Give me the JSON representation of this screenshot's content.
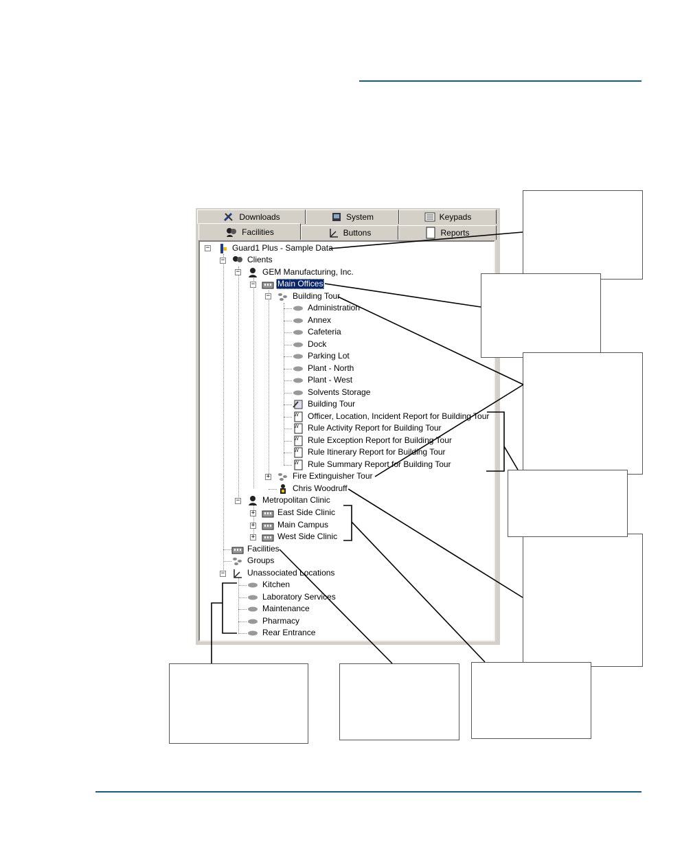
{
  "tabs": {
    "row1": [
      {
        "label": "Downloads",
        "icon": "downloads-icon"
      },
      {
        "label": "System",
        "icon": "system-icon"
      },
      {
        "label": "Keypads",
        "icon": "keypads-icon"
      }
    ],
    "row2": [
      {
        "label": "Facilities",
        "icon": "facilities-icon"
      },
      {
        "label": "Buttons",
        "icon": "buttons-icon"
      },
      {
        "label": "Reports",
        "icon": "reports-icon"
      }
    ]
  },
  "tree": {
    "root": "Guard1 Plus - Sample Data",
    "clients": "Clients",
    "gem": "GEM Manufacturing, Inc.",
    "main_offices": "Main Offices",
    "building_tour": "Building Tour",
    "locations": [
      "Administration",
      "Annex",
      "Cafeteria",
      "Dock",
      "Parking Lot",
      "Plant - North",
      "Plant - West",
      "Solvents Storage"
    ],
    "tour_item": "Building Tour",
    "reports": [
      "Officer, Location, Incident Report for Building Tour",
      "Rule Activity Report for Building Tour",
      "Rule Exception Report for Building Tour",
      "Rule Itinerary Report for Building Tour",
      "Rule Summary Report for Building Tour"
    ],
    "fire_tour": "Fire Extinguisher Tour",
    "officer": "Chris Woodruff",
    "metro": "Metropolitan Clinic",
    "metro_facilities": [
      "East Side Clinic",
      "Main Campus",
      "West Side Clinic"
    ],
    "facilities": "Facilities",
    "groups": "Groups",
    "unassociated": "Unassociated Locations",
    "unassoc_items": [
      "Kitchen",
      "Laboratory Services",
      "Maintenance",
      "Pharmacy",
      "Rear Entrance"
    ]
  },
  "colors": {
    "rule": "#1a5a7a",
    "selection": "#0a246a",
    "window": "#d4d0c8"
  }
}
